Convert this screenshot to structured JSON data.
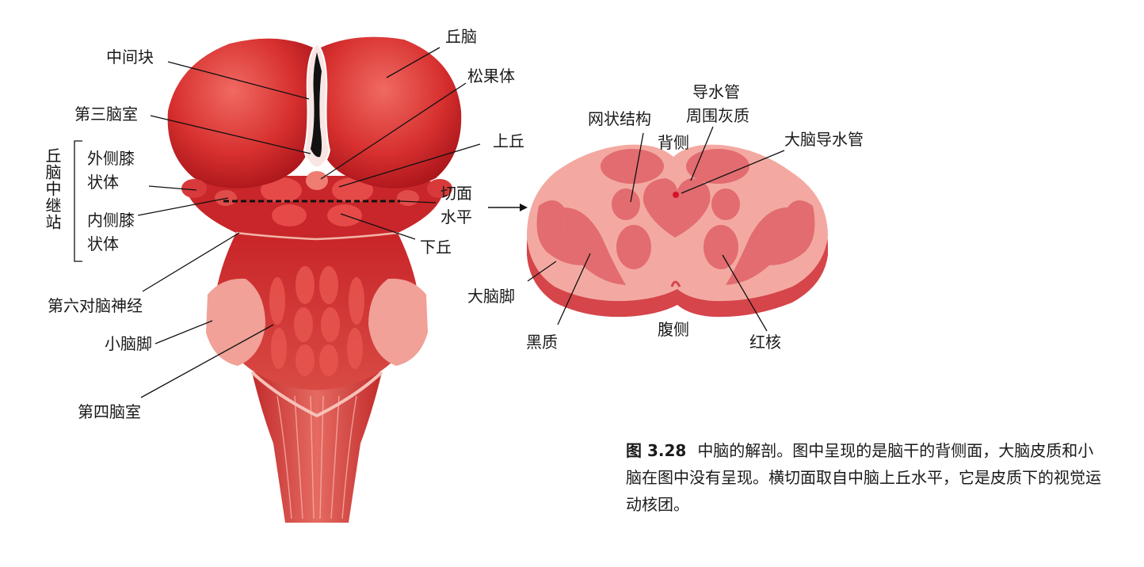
{
  "brainstem_labels": {
    "massa_intermedia": "中间块",
    "third_ventricle": "第三脑室",
    "relay_group": "丘脑中继站",
    "lateral_geniculate": "外侧膝\n状体",
    "lateral_geniculate_1": "外侧膝",
    "lateral_geniculate_2": "状体",
    "medial_geniculate_1": "内侧膝",
    "medial_geniculate_2": "状体",
    "cn6": "第六对脑神经",
    "cerebellar_peduncle": "小脑脚",
    "fourth_ventricle": "第四脑室",
    "thalamus": "丘脑",
    "pineal": "松果体",
    "superior_colliculus": "上丘",
    "cut_plane_1": "切面",
    "cut_plane_2": "水平",
    "inferior_colliculus": "下丘"
  },
  "section_labels": {
    "reticular": "网状结构",
    "pag_1": "导水管",
    "pag_2": "周围灰质",
    "dorsal": "背侧",
    "aqueduct": "大脑导水管",
    "cerebral_peduncle": "大脑脚",
    "substantia_nigra": "黑质",
    "ventral": "腹侧",
    "red_nucleus": "红核"
  },
  "caption": {
    "figure_number": "图 3.28",
    "text": "中脑的解剖。图中呈现的是脑干的背侧面，大脑皮质和小脑在图中没有呈现。横切面取自中脑上丘水平，它是皮质下的视觉运动核团。"
  },
  "colors": {
    "tissue_dark": "#b8161c",
    "tissue_mid": "#d9383a",
    "tissue_light": "#ee7b76",
    "section_pale": "#f3a9a1",
    "section_dark": "#e26c70",
    "leader_line": "#111111"
  }
}
